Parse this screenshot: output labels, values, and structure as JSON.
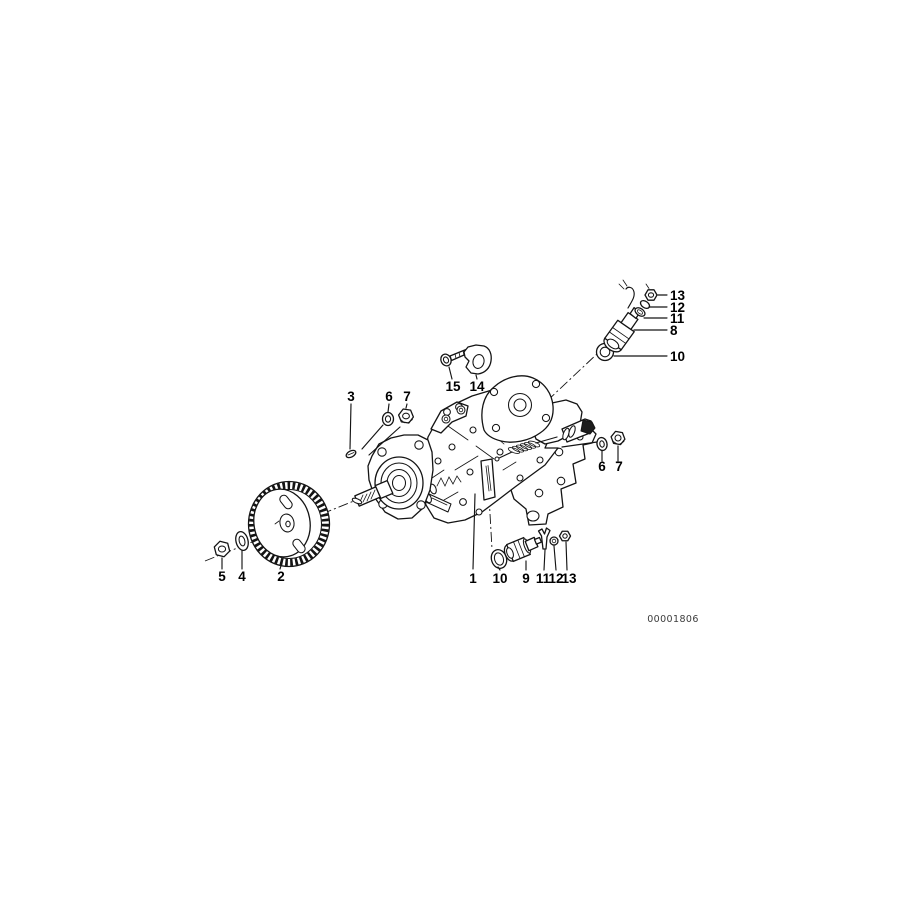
{
  "page": {
    "background": "#ffffff",
    "ink": "#141414"
  },
  "figure": {
    "kind": "exploded-parts-diagram",
    "drawing_number": "00001806"
  },
  "callouts": [
    {
      "id": "key-top-left",
      "text": "3"
    },
    {
      "id": "washer-top",
      "text": "6"
    },
    {
      "id": "nut-top",
      "text": "7"
    },
    {
      "id": "bolt-top",
      "text": "15"
    },
    {
      "id": "clamp-top",
      "text": "14"
    },
    {
      "id": "nut-upper-right",
      "text": "13"
    },
    {
      "id": "washer-upper-right",
      "text": "12"
    },
    {
      "id": "washer2-upper-right",
      "text": "11"
    },
    {
      "id": "valve-upper-right",
      "text": "8"
    },
    {
      "id": "ring-upper-right",
      "text": "10"
    },
    {
      "id": "washer-right",
      "text": "6"
    },
    {
      "id": "nut-right",
      "text": "7"
    },
    {
      "id": "gear-nut",
      "text": "5"
    },
    {
      "id": "gear-washer",
      "text": "4"
    },
    {
      "id": "timing-gear",
      "text": "2"
    },
    {
      "id": "pump-body",
      "text": "1"
    },
    {
      "id": "ring-bottom",
      "text": "10"
    },
    {
      "id": "valve-bottom",
      "text": "9"
    },
    {
      "id": "pin-bottom",
      "text": "11"
    },
    {
      "id": "washer-bottom",
      "text": "12"
    },
    {
      "id": "nut-bottom",
      "text": "13"
    }
  ]
}
